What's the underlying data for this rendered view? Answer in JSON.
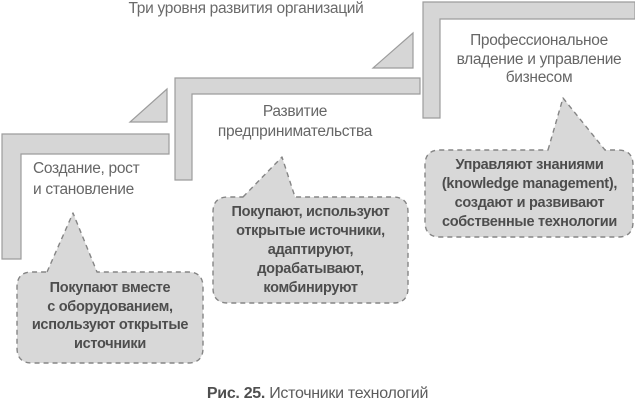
{
  "title": "Три уровня развития организаций",
  "levels": [
    {
      "label": "Создание, рост\nи становление",
      "bubble": "Покупают вместе\nс оборудованием,\nиспользуют открытые\nисточники"
    },
    {
      "label": "Развитие\nпредпринимательства",
      "bubble": "Покупают, используют\nоткрытые источники,\nадаптируют,\nдорабатывают,\nкомбинируют"
    },
    {
      "label": "Профессиональное\nвладение и управление\nбизнесом",
      "bubble": "Управляют знаниями\n(knowledge management),\nсоздают и развивают\nсобственные технологии"
    }
  ],
  "caption": {
    "label": "Рис. 25.",
    "text": " Источники технологий"
  },
  "colors": {
    "shape_fill": "#d6d6d6",
    "shape_border": "#9c9c9c",
    "bubble_fill": "#d8d8d8",
    "bubble_border": "#858585",
    "label_text": "#666666",
    "bubble_text": "#4d4d4d"
  }
}
